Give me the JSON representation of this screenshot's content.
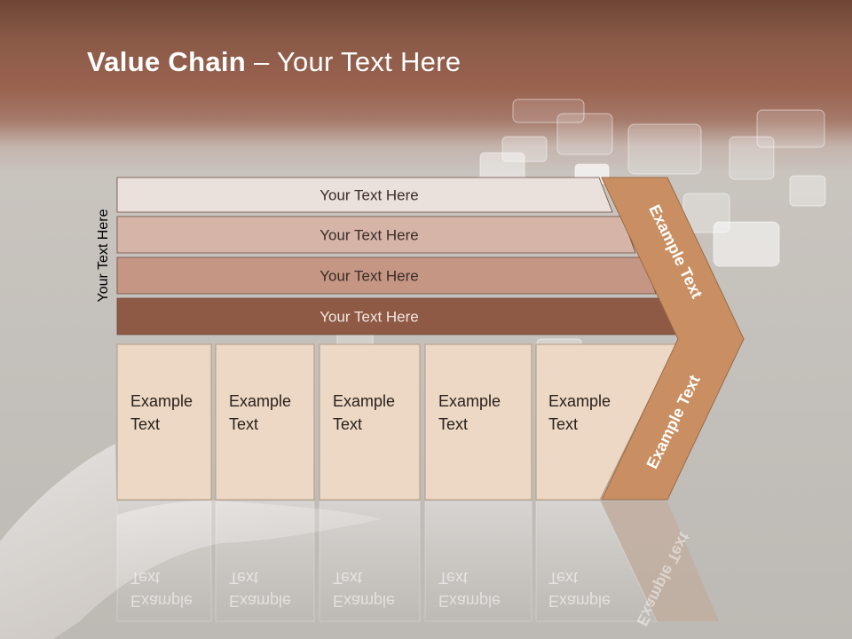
{
  "slide": {
    "title_bold": "Value Chain",
    "title_rest": " – Your Text Here"
  },
  "diagram": {
    "side_label": "Your Text Here",
    "rows": [
      {
        "label": "Your Text Here",
        "color": "#eae0dc"
      },
      {
        "label": "Your Text Here",
        "color": "#d6b4a8"
      },
      {
        "label": "Your Text Here",
        "color": "#c59684"
      },
      {
        "label": "Your Text Here",
        "color": "#8e5a46"
      }
    ],
    "boxes": [
      {
        "line1": "Example",
        "line2": "Text"
      },
      {
        "line1": "Example",
        "line2": "Text"
      },
      {
        "line1": "Example",
        "line2": "Text"
      },
      {
        "line1": "Example",
        "line2": "Text"
      },
      {
        "line1": "Example",
        "line2": "Text"
      }
    ],
    "chevron": {
      "upper_label": "Example Text",
      "lower_label": "Example Text",
      "color": "#c98f62"
    },
    "box_color": "#ecd8c4"
  }
}
